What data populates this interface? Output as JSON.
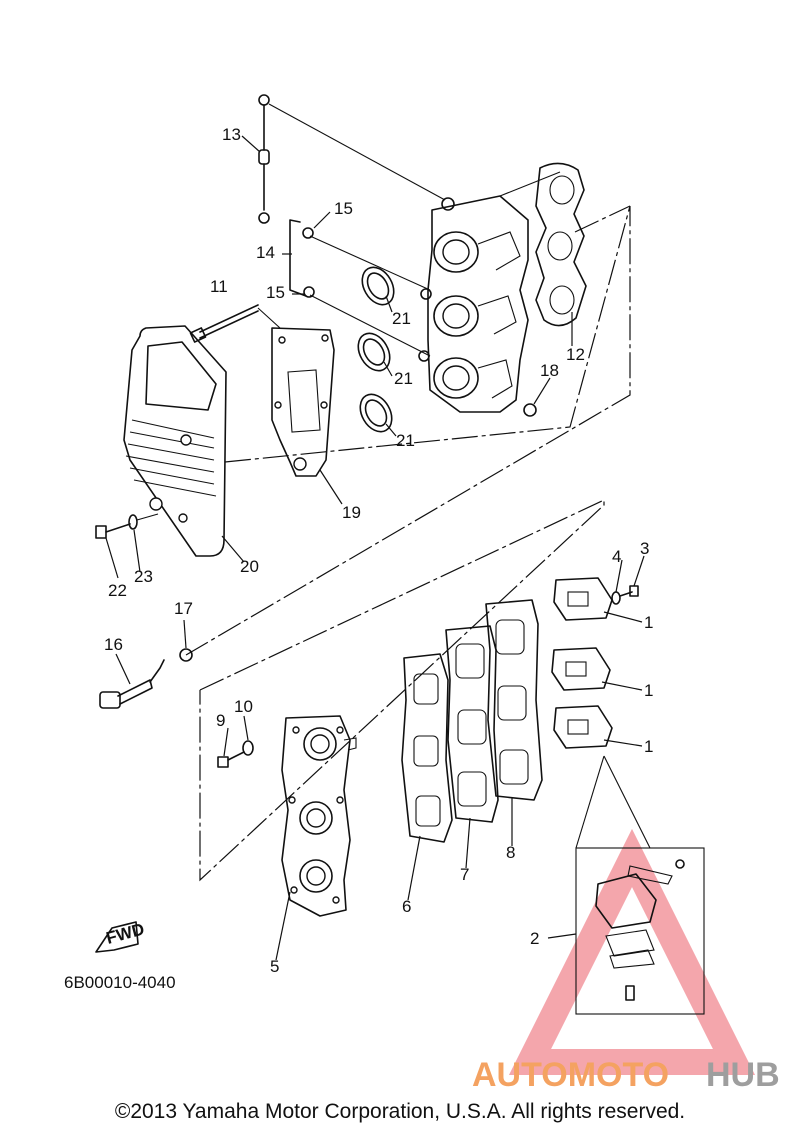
{
  "diagram": {
    "callouts": [
      "1",
      "1",
      "1",
      "2",
      "3",
      "4",
      "5",
      "6",
      "7",
      "8",
      "9",
      "10",
      "11",
      "12",
      "13",
      "14",
      "15",
      "15",
      "16",
      "17",
      "18",
      "19",
      "20",
      "21",
      "21",
      "21",
      "22",
      "23"
    ],
    "drawing_code": "6B00010-4040",
    "fwd_label": "FWD"
  },
  "watermark": {
    "brand_part1": "AUTOMOTO",
    "brand_part2": "HUB",
    "color_part1": "#f4a261",
    "color_part2": "#9e9e9e",
    "triangle_color": "#e63946"
  },
  "footer": {
    "copyright": "©2013 Yamaha Motor Corporation, U.S.A. All rights reserved."
  }
}
